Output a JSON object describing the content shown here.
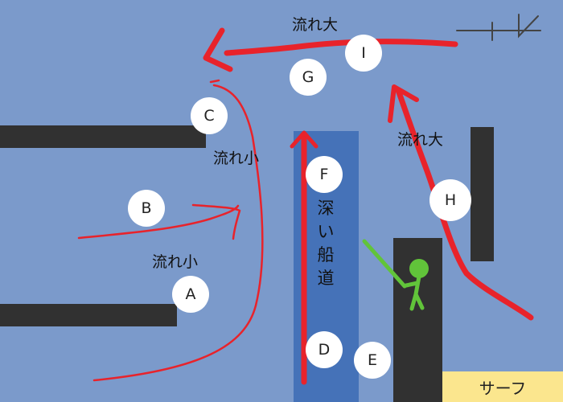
{
  "flow_large_top": "流れ大",
  "flow_large_right": "流れ大",
  "flow_small_mid": "流れ小",
  "flow_small_low": "流れ小",
  "deep_channel": "深い船道",
  "surf": "サーフ",
  "markers": {
    "a": "A",
    "b": "B",
    "c": "C",
    "d": "D",
    "e": "E",
    "f": "F",
    "g": "G",
    "h": "H",
    "i": "I"
  },
  "colors": {
    "water": "#7b9acb",
    "channel": "#4572b8",
    "pier": "#313131",
    "current": "#e8232b",
    "angler": "#61c43a",
    "surf": "#fbe68e"
  },
  "icons": [
    "wind-direction-icon",
    "angler-icon"
  ]
}
